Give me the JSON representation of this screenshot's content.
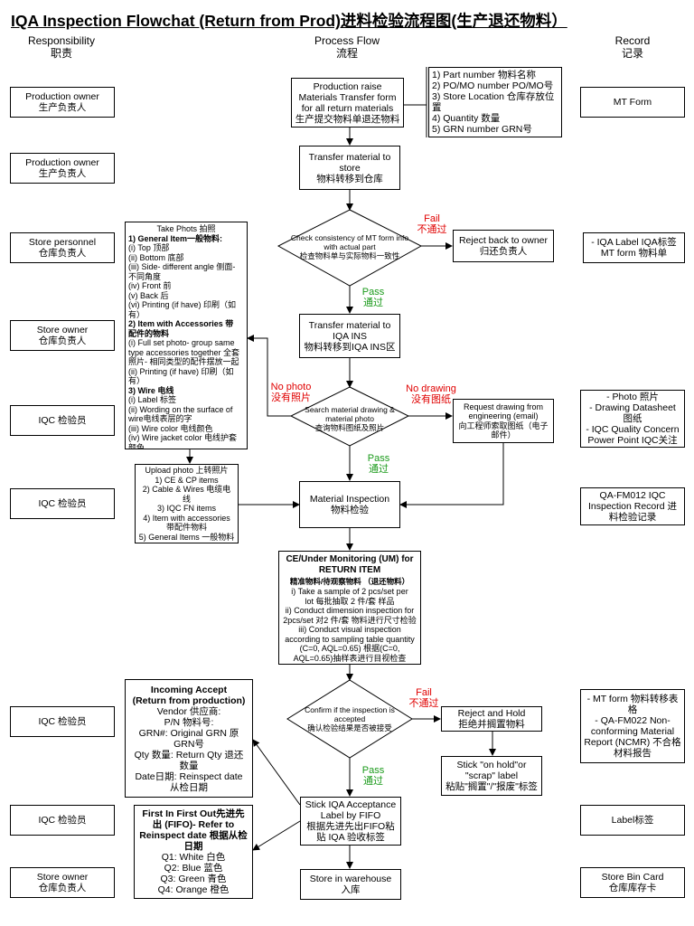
{
  "title": "IQA  Inspection Flowchat (Return from Prod)进料检验流程图(生产退还物料）",
  "headers": {
    "responsibility": [
      "Responsibility",
      "职责"
    ],
    "process": [
      "Process Flow",
      "流程"
    ],
    "record": [
      "Record",
      "记录"
    ]
  },
  "responsibility": [
    [
      "Production owner",
      "生产负责人"
    ],
    [
      "Production owner",
      "生产负责人"
    ],
    [
      "Store personnel",
      "仓库负责人"
    ],
    [
      "Store owner",
      "仓库负责人"
    ],
    [
      "IQC 检验员"
    ],
    [
      "IQC 检验员"
    ],
    [
      "IQC 检验员"
    ],
    [
      "IQC 检验员"
    ],
    [
      "Store owner",
      "仓库负责人"
    ]
  ],
  "records": [
    [
      "MT Form"
    ],
    [
      "- IQA Label IQA标签",
      "MT form 物料单"
    ],
    [
      "- Photo 照片",
      "- Drawing Datasheet",
      "图纸",
      "- IQC Quality Concern",
      "Power Point IQC关注"
    ],
    [
      "QA-FM012 IQC",
      "Inspection Record 进",
      "料检验记录"
    ],
    [
      "- MT form 物料转移表",
      "格",
      "- QA-FM022 Non-",
      "conforming Material",
      "Report (NCMR) 不合格",
      "材料报告"
    ],
    [
      "Label标签"
    ],
    [
      "Store Bin Card",
      "仓库库存卡"
    ]
  ],
  "process": {
    "start": [
      "Production raise",
      "Materials Transfer form",
      "for all return materials",
      "生产提交物料单退还物料"
    ],
    "start_info": [
      "1) Part number 物料名称",
      "2) PO/MO number PO/MO号",
      "3) Store Location 仓库存放位",
      "置",
      "4) Quantity 数量",
      "5) GRN number GRN号"
    ],
    "transfer_store": [
      "Transfer material to",
      "store",
      "物料转移到仓库"
    ],
    "check": [
      "Check consistency of MT form info",
      "with actual part",
      "检查物料单与实际物料一致性"
    ],
    "reject_owner": [
      "Reject back to owner",
      "归还负责人"
    ],
    "transfer_ins": [
      "Transfer material to",
      "IQA INS",
      "物料转移到IQA INS区"
    ],
    "search": [
      "Search material drawing &",
      "material photo",
      "查询物料图纸及照片"
    ],
    "request_drawing": [
      "Request drawing from",
      "engineering (email)",
      "向工程师索取图纸（电子",
      "邮件）"
    ],
    "material_inspection": [
      "Material Inspection",
      "物料检验"
    ],
    "ce_um": {
      "title": [
        "CE/Under Monitoring (UM) for",
        "RETURN ITEM",
        "精准物料/待观察物料  （退还物料）"
      ],
      "body": [
        "i) Take a sample of 2 pcs/set per",
        "lot 每批抽取 2 件/套 样品",
        "ii) Conduct dimension inspection for",
        "2pcs/set 对2 件/套 物料进行尺寸检验",
        "iii) Conduct visual inspection",
        "according to sampling table quantity",
        "(C=0, AQL=0.65) 根据(C=0,",
        "AQL=0.65)抽样表进行目视检查"
      ]
    },
    "confirm": [
      "Confirm if the inspection is",
      "accepted",
      "确认检验结果是否被接受"
    ],
    "reject_hold": [
      "Reject and Hold",
      "拒绝并搁置物料"
    ],
    "stick_hold": [
      "Stick \"on hold\"or",
      "\"scrap\" label",
      "粘贴\"搁置\"/\"报废\"标签"
    ],
    "stick_accept": [
      "Stick IQA Acceptance",
      "Label by FIFO",
      "根据先进先出FIFO粘",
      "贴 IQA 验收标签"
    ],
    "store_wh": [
      "Store in warehouse",
      "入库"
    ]
  },
  "side": {
    "photos": {
      "title": "Take Phots 拍照",
      "lines": [
        {
          "t": "1) General Item一般物料:",
          "b": true
        },
        {
          "t": "(i) Top 顶部"
        },
        {
          "t": "(ii) Bottom 底部"
        },
        {
          "t": "(iii) Side- different angle 侧面-"
        },
        {
          "t": "不同角度"
        },
        {
          "t": "(iv) Front 前"
        },
        {
          "t": "(v) Back 后"
        },
        {
          "t": "(vi) Printing (if have) 印刷（如"
        },
        {
          "t": "有）"
        },
        {
          "t": "2) Item with Accessories 带",
          "b": true
        },
        {
          "t": "配件的物料",
          "b": true
        },
        {
          "t": "(i) Full set photo- group same"
        },
        {
          "t": "type accessories together 全套"
        },
        {
          "t": "照片- 相同类型的配件摆放一起"
        },
        {
          "t": "(ii) Printing (if have) 印刷（如"
        },
        {
          "t": "有）"
        },
        {
          "t": "3) Wire 电线",
          "b": true
        },
        {
          "t": "(i) Label 标签"
        },
        {
          "t": "(ii) Wording on the surface of"
        },
        {
          "t": "wire电线表层的字"
        },
        {
          "t": "(iii) Wire color 电线颜色"
        },
        {
          "t": "(iv) Wire jacket color 电线护套"
        },
        {
          "t": "颜色"
        }
      ]
    },
    "upload": [
      "Upload photo 上转照片",
      "1) CE & CP items",
      "2) Cable & Wires 电缆电",
      "线",
      "3) IQC FN items",
      "4) Item with accessories",
      "带配件物料",
      "5) General Items 一般物料"
    ],
    "incoming": {
      "title": [
        "Incoming Accept",
        "(Return from production)"
      ],
      "body": [
        "Vendor 供应商:",
        "P/N 物料号:",
        "GRN#: Original GRN 原",
        "GRN号",
        "Qty 数量: Return Qty 退还",
        "数量",
        "Date日期: Reinspect date",
        "从检日期"
      ]
    },
    "fifo": {
      "title": [
        "First In First Out先进先",
        "出 (FIFO)- Refer to",
        "Reinspect date 根据从检",
        "日期"
      ],
      "body": [
        "Q1: White 白色",
        "Q2: Blue 蓝色",
        "Q3: Green 青色",
        "Q4: Orange 橙色"
      ]
    }
  },
  "labels": {
    "fail1": [
      "Fail",
      "不通过"
    ],
    "pass1": [
      "Pass",
      "通过"
    ],
    "no_photo": [
      "No photo",
      "没有照片"
    ],
    "no_drawing": [
      "No drawing",
      "没有图纸"
    ],
    "pass2": [
      "Pass",
      "通过"
    ],
    "fail2": [
      "Fail",
      "不通过"
    ],
    "pass3": [
      "Pass",
      "通过"
    ]
  }
}
